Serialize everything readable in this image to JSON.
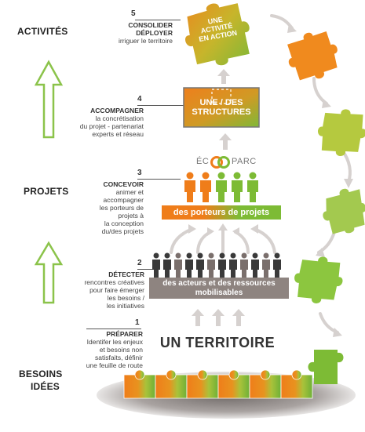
{
  "side_labels": {
    "activites": "ACTIVITÉS",
    "projets": "PROJETS",
    "besoins_line1": "BESOINS",
    "besoins_line2": "IDÉES"
  },
  "steps": [
    {
      "number": "5",
      "title_lines": [
        "CONSOLIDER",
        "DÉPLOYER"
      ],
      "desc_lines": [
        "irriguer le territoire"
      ]
    },
    {
      "number": "4",
      "title_lines": [
        "ACCOMPAGNER"
      ],
      "desc_lines": [
        "la concrétisation",
        "du projet - partenariat",
        "experts et réseau"
      ]
    },
    {
      "number": "3",
      "title_lines": [
        "CONCEVOIR"
      ],
      "desc_lines": [
        "animer et",
        "accompagner",
        "les porteurs de",
        "projets à",
        "la conception",
        "du/des projets"
      ]
    },
    {
      "number": "2",
      "title_lines": [
        "DÉTECTER"
      ],
      "desc_lines": [
        "rencontres créatives",
        "pour faire émerger",
        "les besoins /",
        "les initiatives"
      ]
    },
    {
      "number": "1",
      "title_lines": [
        "PRÉPARER"
      ],
      "desc_lines": [
        "Identifer les enjeux",
        "et besoins non",
        "satisfaits, définir",
        "une feuille de route"
      ]
    }
  ],
  "top_piece_lines": [
    "UNE",
    "ACTIVITÉ",
    "EN ACTION"
  ],
  "structures_lines": [
    "UNE / DES",
    "STRUCTURES"
  ],
  "ecoparc": {
    "left": "ÉC",
    "right": "PARC"
  },
  "porteurs_banner": "des porteurs de projets",
  "acteurs_banner_line1": "des acteurs et des ressources",
  "acteurs_banner_line2": "mobilisables",
  "territoire": "UN TERRITOIRE",
  "colors": {
    "orange": "#ef7d1a",
    "green": "#7dbb35",
    "light_green": "#a9cf5a",
    "gray_banner": "#8e8480",
    "light_gray": "#d9d4d2",
    "dark_gray": "#4a4a4a"
  },
  "icons": [
    "up-arrow-outline-icon",
    "puzzle-piece-icon",
    "person-icon",
    "curved-arrow-icon"
  ]
}
